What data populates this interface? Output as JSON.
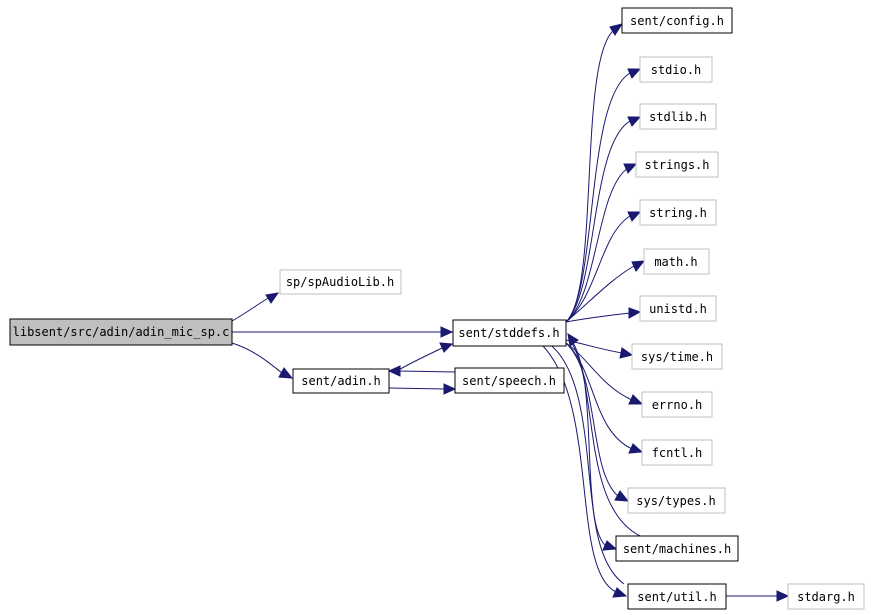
{
  "colors": {
    "edge": "#191970",
    "root_fill": "#bfbfbf",
    "external_border": "#bfbfbf",
    "documented_border": "#000000"
  },
  "nodes": {
    "root": "libsent/src/adin/adin_mic_sp.c",
    "spaudiolib": "sp/spAudioLib.h",
    "stddefs": "sent/stddefs.h",
    "adin": "sent/adin.h",
    "speech": "sent/speech.h",
    "config": "sent/config.h",
    "stdio": "stdio.h",
    "stdlib": "stdlib.h",
    "strings": "strings.h",
    "string": "string.h",
    "math": "math.h",
    "unistd": "unistd.h",
    "systime": "sys/time.h",
    "errno": "errno.h",
    "fcntl": "fcntl.h",
    "systypes": "sys/types.h",
    "machines": "sent/machines.h",
    "util": "sent/util.h",
    "stdarg": "stdarg.h"
  },
  "edges": [
    [
      "root",
      "spaudiolib"
    ],
    [
      "root",
      "stddefs"
    ],
    [
      "root",
      "adin"
    ],
    [
      "adin",
      "stddefs"
    ],
    [
      "adin",
      "speech"
    ],
    [
      "speech",
      "adin"
    ],
    [
      "stddefs",
      "config"
    ],
    [
      "stddefs",
      "stdio"
    ],
    [
      "stddefs",
      "stdlib"
    ],
    [
      "stddefs",
      "strings"
    ],
    [
      "stddefs",
      "string"
    ],
    [
      "stddefs",
      "math"
    ],
    [
      "stddefs",
      "unistd"
    ],
    [
      "stddefs",
      "systime"
    ],
    [
      "stddefs",
      "errno"
    ],
    [
      "stddefs",
      "fcntl"
    ],
    [
      "stddefs",
      "systypes"
    ],
    [
      "stddefs",
      "machines"
    ],
    [
      "stddefs",
      "util"
    ],
    [
      "machines",
      "stddefs"
    ],
    [
      "util",
      "stddefs"
    ],
    [
      "util",
      "stdarg"
    ]
  ]
}
